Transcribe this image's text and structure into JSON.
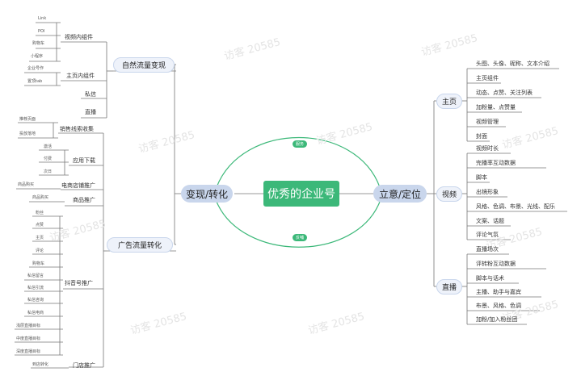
{
  "center": "优秀的企业号",
  "left_main": "变现/转化",
  "right_main": "立意/定位",
  "arc_top": "服务",
  "arc_bottom": "反哺",
  "watermark": "访客 20585",
  "left": {
    "natural": "自然流量变现",
    "video_comp": "视频内组件",
    "video_items": [
      "Link",
      "POI",
      "购物车",
      "小程序"
    ],
    "homepage_comp": "主页内组件",
    "homepage_items": [
      "企业号作",
      "置顶tab"
    ],
    "private": "私信",
    "live": "直播",
    "ads": "广告流量转化",
    "ads_sub1": "销售线索收集",
    "ads_sub1_items": [
      "推荐页面",
      "投放落地"
    ],
    "ads_sub2": "应用下载",
    "ads_sub2_items": [
      "激活",
      "付费",
      "次日"
    ],
    "ads_sub3": "电商店铺推广",
    "ads_sub3_items": [
      "商品购买"
    ],
    "ads_sub4": "商品推广",
    "ads_sub4_items": [
      "商品购买"
    ],
    "ads_sub5": "抖音号推广",
    "ads_sub5_items": [
      "粉丝",
      "点赞",
      "主页",
      "评论",
      "购物车",
      "私信留言",
      "私信引流",
      "私信咨询",
      "私信电商",
      "浅层直播目标",
      "中度直播目标",
      "深度直播目标"
    ],
    "ads_sub6": "门店推广",
    "ads_sub6_items": [
      "到店转化"
    ]
  },
  "right": {
    "homepage": "主页",
    "homepage_items": [
      "头图、头像、昵称、文本介绍",
      "主页组件",
      "动态、点赞、关注列表",
      "加粉量、点赞量",
      "视频管理",
      "封面"
    ],
    "video": "视频",
    "video_items": [
      "视频时长",
      "完播率互动数据",
      "脚本",
      "出镜形象",
      "风格、色调、布景、光线、配乐",
      "文案、话题",
      "评论气氛"
    ],
    "live": "直播",
    "live_items": [
      "直播场次",
      "评转粉互动数据",
      "脚本与话术",
      "主播、助手与嘉宾",
      "布景、风格、色调",
      "加粉/加入粉丝团"
    ]
  }
}
